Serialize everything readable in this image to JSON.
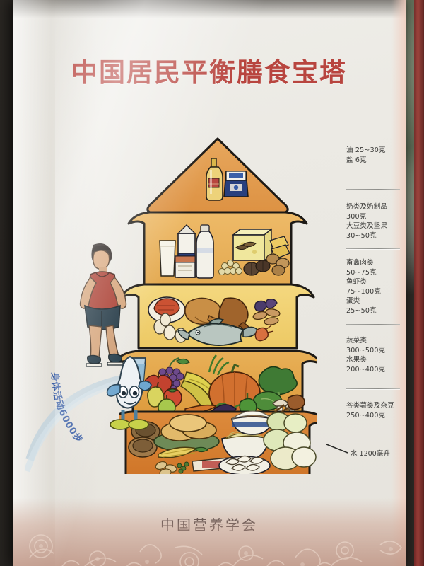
{
  "poster": {
    "title": "中国居民平衡膳食宝塔",
    "footer": "中国营养学会",
    "title_color": "#b8453f"
  },
  "activity": {
    "curved_text": "身体活动6000步",
    "water_label": "水 1200毫升"
  },
  "tiers": [
    {
      "id": "tier-oil-salt",
      "color": "#e09a4e",
      "foods": [
        "oil-bottle",
        "salt-bag"
      ],
      "lines": [
        "油 25~30克",
        "盐 6克"
      ]
    },
    {
      "id": "tier-dairy-soy",
      "color": "#e8b05a",
      "foods": [
        "milk-carton",
        "yogurt-bottle",
        "milk-glass",
        "cheese-block",
        "soybeans",
        "nuts"
      ],
      "lines": [
        "奶类及奶制品",
        "300克",
        "大豆类及坚果",
        "30~50克"
      ]
    },
    {
      "id": "tier-meat-fish-egg",
      "color": "#f0cf72",
      "foods": [
        "red-meat",
        "roast-chicken",
        "ham",
        "fish",
        "eggs",
        "shrimp"
      ],
      "lines": [
        "畜禽肉类",
        "50~75克",
        "鱼虾类",
        "75~100克",
        "蛋类",
        "25~50克"
      ]
    },
    {
      "id": "tier-veg-fruit",
      "color": "#e5a846",
      "foods": [
        "grapes",
        "bananas",
        "pumpkin",
        "broccoli",
        "carrot",
        "apple",
        "pear",
        "kiwi",
        "eggplant",
        "mushroom",
        "tomato",
        "pepper"
      ],
      "lines": [
        "蔬菜类",
        "300~500克",
        "水果类",
        "200~400克"
      ]
    },
    {
      "id": "tier-grains",
      "color": "#d87f34",
      "foods": [
        "bread-loaf",
        "flatbread",
        "noodles",
        "rice-bowl",
        "dumplings",
        "steamed-buns",
        "corn",
        "potato",
        "peanuts"
      ],
      "lines": [
        "谷类薯类及杂豆",
        "250~400克"
      ]
    }
  ],
  "label_blocks": [
    {
      "id": "label-oil-salt",
      "lines": [
        "油  25~30克",
        "盐  6克"
      ]
    },
    {
      "id": "label-dairy-soy",
      "lines": [
        "奶类及奶制品",
        "300克",
        "大豆类及坚果",
        "30~50克"
      ]
    },
    {
      "id": "label-meat-fish-egg",
      "lines": [
        "畜禽肉类",
        "50~75克",
        "鱼虾类",
        "75~100克",
        "蛋类",
        "25~50克"
      ]
    },
    {
      "id": "label-veg-fruit",
      "lines": [
        "蔬菜类",
        "300~500克",
        "水果类",
        "200~400克"
      ]
    },
    {
      "id": "label-grains",
      "lines": [
        "谷类薯类及杂豆",
        "250~400克"
      ]
    }
  ]
}
